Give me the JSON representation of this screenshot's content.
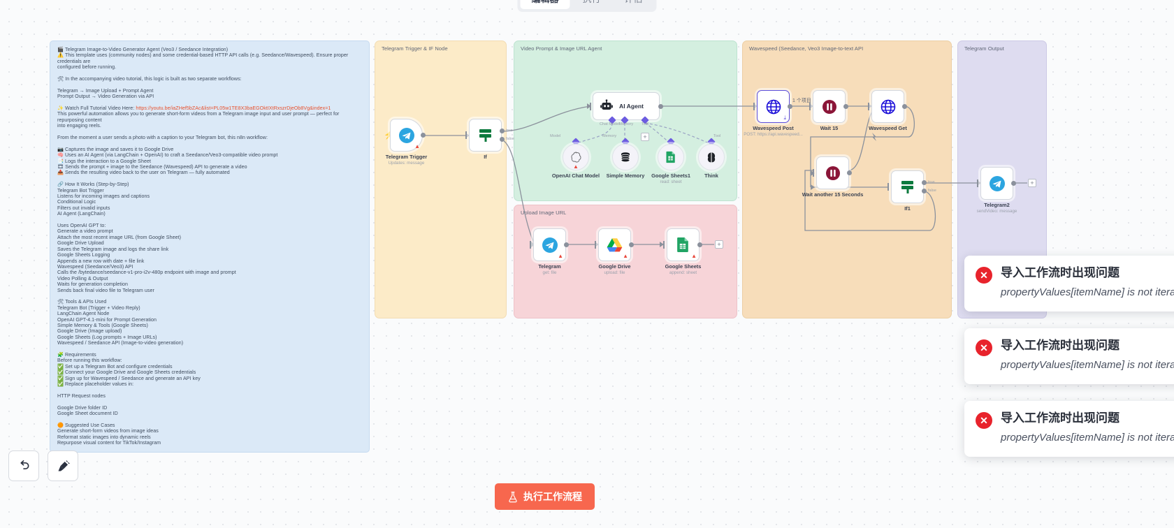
{
  "tabs": [
    {
      "label": "编辑器",
      "active": true
    },
    {
      "label": "执行",
      "active": false
    },
    {
      "label": "评估",
      "active": false
    }
  ],
  "sticky_note": {
    "lines": [
      {
        "emoji": "🎬",
        "text": "Telegram Image-to-Video Generator Agent (Veo3 / Seedance Integration)"
      },
      {
        "emoji": "⚠️",
        "text": "This template uses (community nodes) and some credential-based HTTP API calls (e.g. Seedance/Wavespeed). Ensure proper credentials are"
      },
      {
        "text": "configured before running."
      },
      {
        "blank": true
      },
      {
        "emoji": "🛠",
        "text": "In the accompanying video tutorial, this logic is built as two separate workflows:"
      },
      {
        "blank": true
      },
      {
        "text": "Telegram → Image Upload + Prompt Agent"
      },
      {
        "text": "Prompt Output → Video Generation via API"
      },
      {
        "blank": true
      },
      {
        "emoji": "✨",
        "text": "Watch Full Tutorial Video Here: ",
        "link": "https://youtu.be/iaZHef5bZAc&list=PL05w1TE8X3baEGOktIXtRxszrDjeOb8Vg&index=1"
      },
      {
        "text": "This powerful automation allows you to generate short-form videos from a Telegram image input and user prompt — perfect for repurposing content"
      },
      {
        "text": "into engaging reels."
      },
      {
        "blank": true
      },
      {
        "text": "From the moment a user sends a photo with a caption to your Telegram bot, this n8n workflow:"
      },
      {
        "blank": true
      },
      {
        "emoji": "📷",
        "text": "Captures the image and saves it to Google Drive"
      },
      {
        "emoji": "🧠",
        "text": "Uses an AI Agent (via LangChain + OpenAI) to craft a Seedance/Veo3-compatible video prompt"
      },
      {
        "emoji": "📑",
        "text": "Logs the interaction to a Google Sheet"
      },
      {
        "emoji": "🎞",
        "text": "Sends the prompt + image to the Seedance (Wavespeed) API to generate a video"
      },
      {
        "emoji": "📤",
        "text": "Sends the resulting video back to the user on Telegram — fully automated"
      },
      {
        "blank": true
      },
      {
        "emoji": "🔗",
        "text": "How It Works (Step-by-Step)"
      },
      {
        "text": "Telegram Bot Trigger"
      },
      {
        "text": "Listens for incoming images and captions"
      },
      {
        "text": "Conditional Logic"
      },
      {
        "text": "Filters out invalid inputs"
      },
      {
        "text": "AI Agent (LangChain)"
      },
      {
        "blank": true
      },
      {
        "text": "Uses OpenAI GPT to:"
      },
      {
        "text": "Generate a video prompt"
      },
      {
        "text": "Attach the most recent image URL (from Google Sheet)"
      },
      {
        "text": "Google Drive Upload"
      },
      {
        "text": "Saves the Telegram image and logs the share link"
      },
      {
        "text": "Google Sheets Logging"
      },
      {
        "text": "Appends a new row with date + file link"
      },
      {
        "text": "Wavespeed (Seedance/Veo3) API"
      },
      {
        "text": "Calls the /bytedance/seedance-v1-pro-i2v-480p endpoint with image and prompt"
      },
      {
        "text": "Video Polling & Output"
      },
      {
        "text": "Waits for generation completion"
      },
      {
        "text": "Sends back final video file to Telegram user"
      },
      {
        "blank": true
      },
      {
        "emoji": "🛠",
        "text": "Tools & APIs Used"
      },
      {
        "text": "Telegram Bot (Trigger + Video Reply)"
      },
      {
        "text": "LangChain Agent Node"
      },
      {
        "text": "OpenAI GPT-4.1-mini for Prompt Generation"
      },
      {
        "text": "Simple Memory & Tools (Google Sheets)"
      },
      {
        "text": "Google Drive (Image upload)"
      },
      {
        "text": "Google Sheets (Log prompts + Image URLs)"
      },
      {
        "text": "Wavespeed / Seedance API (Image-to-video generation)"
      },
      {
        "blank": true
      },
      {
        "emoji": "🧩",
        "text": "Requirements"
      },
      {
        "text": "Before running this workflow:"
      },
      {
        "emoji": "✅",
        "text": "Set up a Telegram Bot and configure credentials"
      },
      {
        "emoji": "✅",
        "text": "Connect your Google Drive and Google Sheets credentials"
      },
      {
        "emoji": "✅",
        "text": "Sign up for Wavespeed / Seedance and generate an API key"
      },
      {
        "emoji": "✅",
        "text": "Replace placeholder values in:"
      },
      {
        "blank": true
      },
      {
        "text": "HTTP Request nodes"
      },
      {
        "blank": true
      },
      {
        "text": "Google Drive folder ID"
      },
      {
        "text": "Google Sheet document ID"
      },
      {
        "blank": true
      },
      {
        "emoji": "🟠",
        "text": "Suggested Use Cases"
      },
      {
        "text": "Generate short-form videos from image ideas"
      },
      {
        "text": "Reformat static images into dynamic reels"
      },
      {
        "text": "Repurpose visual content for TikTok/Instagram"
      }
    ]
  },
  "groups": [
    {
      "id": "trigger",
      "title": "Telegram Trigger & IF Node",
      "color": "#fcebc8"
    },
    {
      "id": "agent",
      "title": "Video Prompt & Image URL Agent",
      "color": "#d4efe0"
    },
    {
      "id": "upload",
      "title": "Upload Image URL",
      "color": "#f7d4d8"
    },
    {
      "id": "wave",
      "title": "Wavespeed (Seedance, Veo3 Image-to-text API",
      "color": "#f7ddba"
    },
    {
      "id": "out",
      "title": "Telegram Output",
      "color": "#dedcf0"
    }
  ],
  "nodes": {
    "telegram_trigger": {
      "label": "Telegram Trigger",
      "sub": "Updates: message",
      "icon": "telegram-icon",
      "warning": true
    },
    "if": {
      "label": "If",
      "sub": "",
      "icon": "switch-icon",
      "out_true": "true",
      "out_false": "false"
    },
    "ai_agent": {
      "label": "AI Agent",
      "icon": "robot-icon",
      "ports": [
        {
          "name": "Chat Model",
          "required": true
        },
        {
          "name": "Memory",
          "required": false
        },
        {
          "name": "Tool",
          "required": false
        }
      ]
    },
    "openai_chat_model": {
      "label": "OpenAI Chat Model",
      "sub": "",
      "port": "Model",
      "icon": "openai-icon",
      "warning": true
    },
    "simple_memory": {
      "label": "Simple Memory",
      "sub": "",
      "port": "Memory",
      "icon": "database-icon",
      "warning": false
    },
    "google_sheets1": {
      "label": "Google Sheets1",
      "sub": "read: sheet",
      "port": "Tool",
      "icon": "google-sheets-icon",
      "warning": false
    },
    "think": {
      "label": "Think",
      "sub": "",
      "port": "Tool",
      "icon": "brain-icon",
      "warning": false
    },
    "telegram": {
      "label": "Telegram",
      "sub": "get: file",
      "icon": "telegram-icon",
      "warning": true
    },
    "google_drive": {
      "label": "Google Drive",
      "sub": "upload: file",
      "icon": "google-drive-icon",
      "warning": true
    },
    "google_sheets": {
      "label": "Google Sheets",
      "sub": "append: sheet",
      "icon": "google-sheets-icon",
      "warning": true
    },
    "wavespeed_post": {
      "label": "Wavespeed Post",
      "sub": "POST: https://api.wavespeed...",
      "icon": "globe-icon",
      "selected": true
    },
    "wait15": {
      "label": "Wait 15",
      "sub": "",
      "icon": "pause-icon"
    },
    "wavespeed_get": {
      "label": "Wavespeed Get",
      "sub": "",
      "icon": "globe-icon"
    },
    "wait_another": {
      "label": "Wait another 15 Seconds",
      "sub": "",
      "icon": "pause-icon"
    },
    "if1": {
      "label": "If1",
      "sub": "",
      "icon": "switch-icon",
      "out_true": "true",
      "out_false": "false"
    },
    "telegram2": {
      "label": "Telegram2",
      "sub": "sendVideo: message",
      "icon": "telegram-icon"
    }
  },
  "edge_labels": {
    "items_count": "1 个项目"
  },
  "controls": {
    "undo": "undo-icon",
    "tidy": "tidy-up-icon"
  },
  "execute_button": {
    "label": "执行工作流程",
    "icon": "flask-icon",
    "color": "#f7674e"
  },
  "toasts": [
    {
      "title": "导入工作流时出现问题",
      "message": "propertyValues[itemName] is not iterable",
      "icon": "error-icon"
    },
    {
      "title": "导入工作流时出现问题",
      "message": "propertyValues[itemName] is not iterable",
      "icon": "error-icon"
    },
    {
      "title": "导入工作流时出现问题",
      "message": "propertyValues[itemName] is not iterable",
      "icon": "error-icon"
    }
  ]
}
